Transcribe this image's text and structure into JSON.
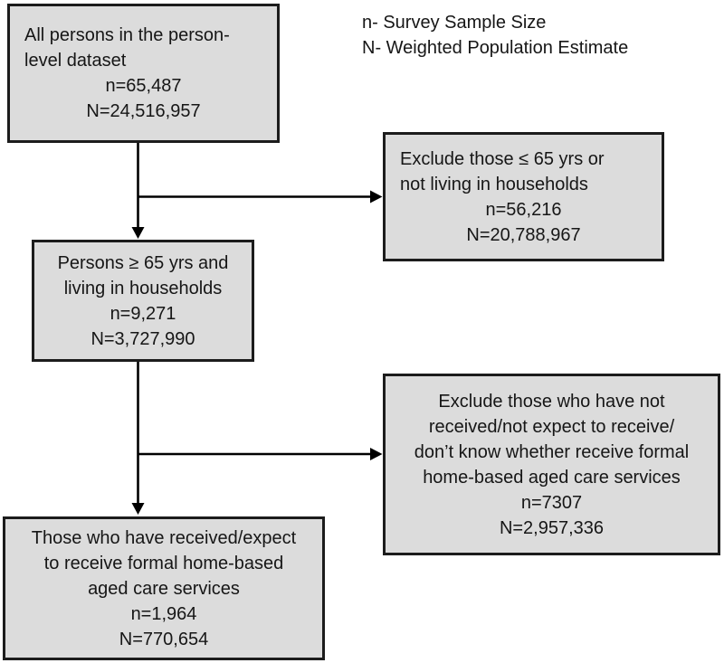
{
  "legend": {
    "sample_size_def": "n- Survey Sample Size",
    "population_estimate_def": "N- Weighted Population Estimate"
  },
  "nodes": {
    "all_persons": {
      "lines": [
        "All persons in the person-",
        "level dataset"
      ],
      "n": "n=65,487",
      "N": "N=24,516,957"
    },
    "exclude_age": {
      "lines": [
        "Exclude those ≤ 65 yrs or",
        "not living in households"
      ],
      "n": "n=56,216",
      "N": "N=20,788,967"
    },
    "persons_65_plus": {
      "lines": [
        "Persons ≥ 65 yrs and",
        "living in households"
      ],
      "n": "n=9,271",
      "N": "N=3,727,990"
    },
    "exclude_no_services": {
      "lines": [
        "Exclude those who have not",
        "received/not expect to receive/",
        "don’t know whether receive formal",
        "home-based aged care services"
      ],
      "n": "n=7307",
      "N": "N=2,957,336"
    },
    "received_services": {
      "lines": [
        "Those who have received/expect",
        "to receive formal home-based",
        "aged care services"
      ],
      "n": "n=1,964",
      "N": "N=770,654"
    }
  },
  "colors": {
    "node_fill": "#dcdcdc",
    "node_border": "#1c1c1c",
    "connector": "#000000",
    "background": "#ffffff"
  }
}
